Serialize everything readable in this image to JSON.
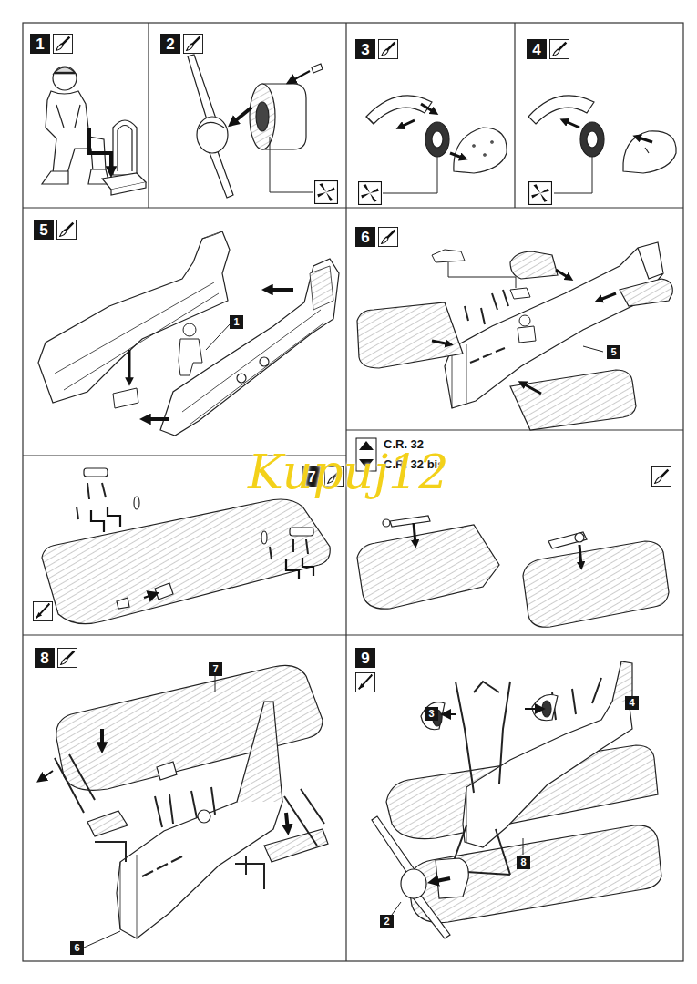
{
  "diagram": {
    "nodes": [
      {
        "text": [
          "1"
        ]
      },
      {
        "text": [
          "2"
        ]
      },
      {
        "text": [
          "3"
        ]
      },
      {
        "text": [
          "4"
        ]
      },
      {
        "text": [
          "5"
        ]
      },
      {
        "text": [
          "1"
        ]
      },
      {
        "text": [
          "6"
        ]
      },
      {
        "text": [
          "5"
        ]
      },
      {
        "text": [
          "7"
        ]
      },
      {
        "text": [
          "8"
        ]
      },
      {
        "text": [
          "7"
        ]
      },
      {
        "text": [
          "6"
        ]
      },
      {
        "text": [
          "9"
        ]
      },
      {
        "text": [
          "3"
        ]
      },
      {
        "text": [
          "4"
        ]
      },
      {
        "text": [
          "2"
        ]
      },
      {
        "text": [
          "8"
        ]
      }
    ],
    "labels": [
      "C.R. 32",
      "C.R. 32 bis",
      "Kupuj12"
    ]
  }
}
